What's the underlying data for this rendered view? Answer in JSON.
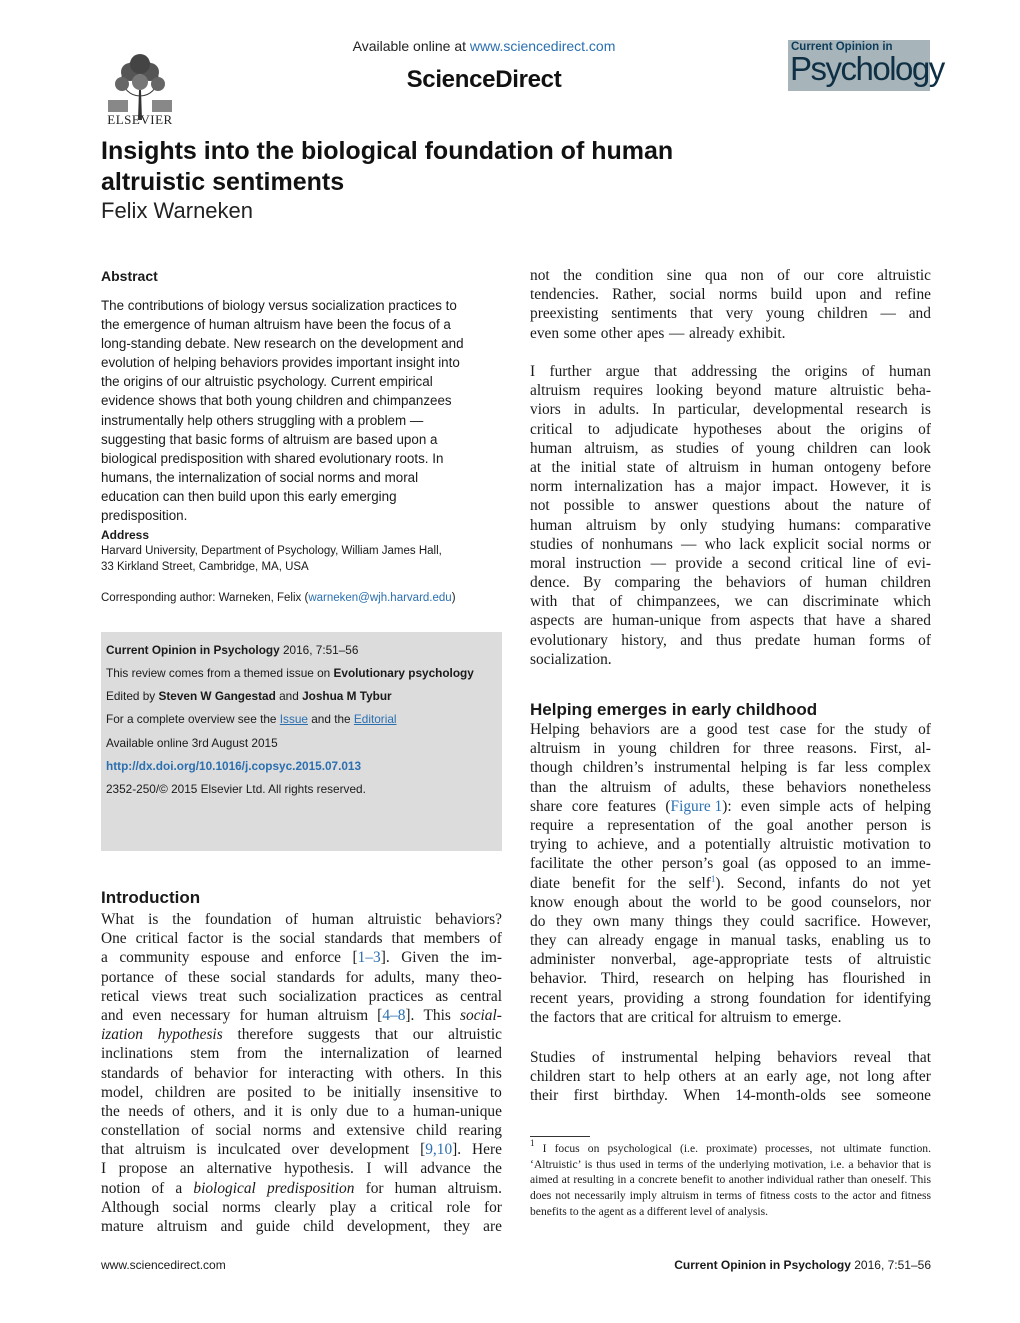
{
  "header": {
    "available_prefix": "Available online at ",
    "available_url": "www.sciencedirect.com",
    "brand": "ScienceDirect",
    "publisher_logo_text": "ELSEVIER",
    "journal_badge_top": "Current Opinion in",
    "journal_badge_big": "Psychology"
  },
  "article": {
    "title": "Insights into the biological foundation of human altruistic sentiments",
    "author": "Felix Warneken"
  },
  "abstract": {
    "heading": "Abstract",
    "lines": [
      "The contributions of biology versus socialization practices to",
      "the emergence of human altruism have been the focus of a",
      "long-standing debate. New research on the development and",
      "evolution of helping behaviors provides important insight into",
      "the origins of our altruistic psychology. Current empirical",
      "evidence shows that both young children and chimpanzees",
      "instrumentally help others struggling with a problem —",
      "suggesting that basic forms of altruism are based upon a",
      "biological predisposition with shared evolutionary roots. In",
      "humans, the internalization of social norms and moral",
      "education can then build upon this early emerging",
      "predisposition."
    ]
  },
  "address": {
    "heading": "Address",
    "line1": "Harvard University, Department of Psychology, William James Hall,",
    "line2": "33 Kirkland Street, Cambridge, MA, USA"
  },
  "corresponding": {
    "prefix": "Corresponding author: Warneken, Felix (",
    "email": "warneken@wjh.harvard.edu",
    "suffix": ")"
  },
  "infobox": {
    "journal": "Current Opinion in Psychology",
    "journal_rest": " 2016, 7:51–56",
    "themed_prefix": "This review comes from a themed issue on ",
    "themed_issue": "Evolutionary psychology",
    "edited_prefix": "Edited by ",
    "editor1": "Steven W Gangestad",
    "and": " and ",
    "editor2": "Joshua M Tybur",
    "overview_prefix": "For a complete overview see the ",
    "issue_link": "Issue",
    "overview_and": " and the ",
    "editorial_link": "Editorial",
    "available": "Available online 3rd August 2015",
    "doi": "http://dx.doi.org/10.1016/j.copsyc.2015.07.013",
    "rights": "2352-250/© 2015 Elsevier Ltd. All rights reserved."
  },
  "introduction": {
    "heading": "Introduction"
  },
  "helping": {
    "heading": "Helping emerges in early childhood"
  },
  "footnote": {
    "text": "I focus on psychological (i.e. proximate) processes, not ultimate function. ‘Altruistic’ is thus used in terms of the underlying motivation, i.e. a behavior that is aimed at resulting in a concrete benefit to another individual rather than oneself. This does not necessarily imply altruism in terms of fitness costs to the actor and fitness benefits to the agent as a different level of analysis."
  },
  "footer": {
    "left": "www.sciencedirect.com",
    "right_journal": "Current Opinion in Psychology",
    "right_rest": " 2016, 7:51–56"
  }
}
